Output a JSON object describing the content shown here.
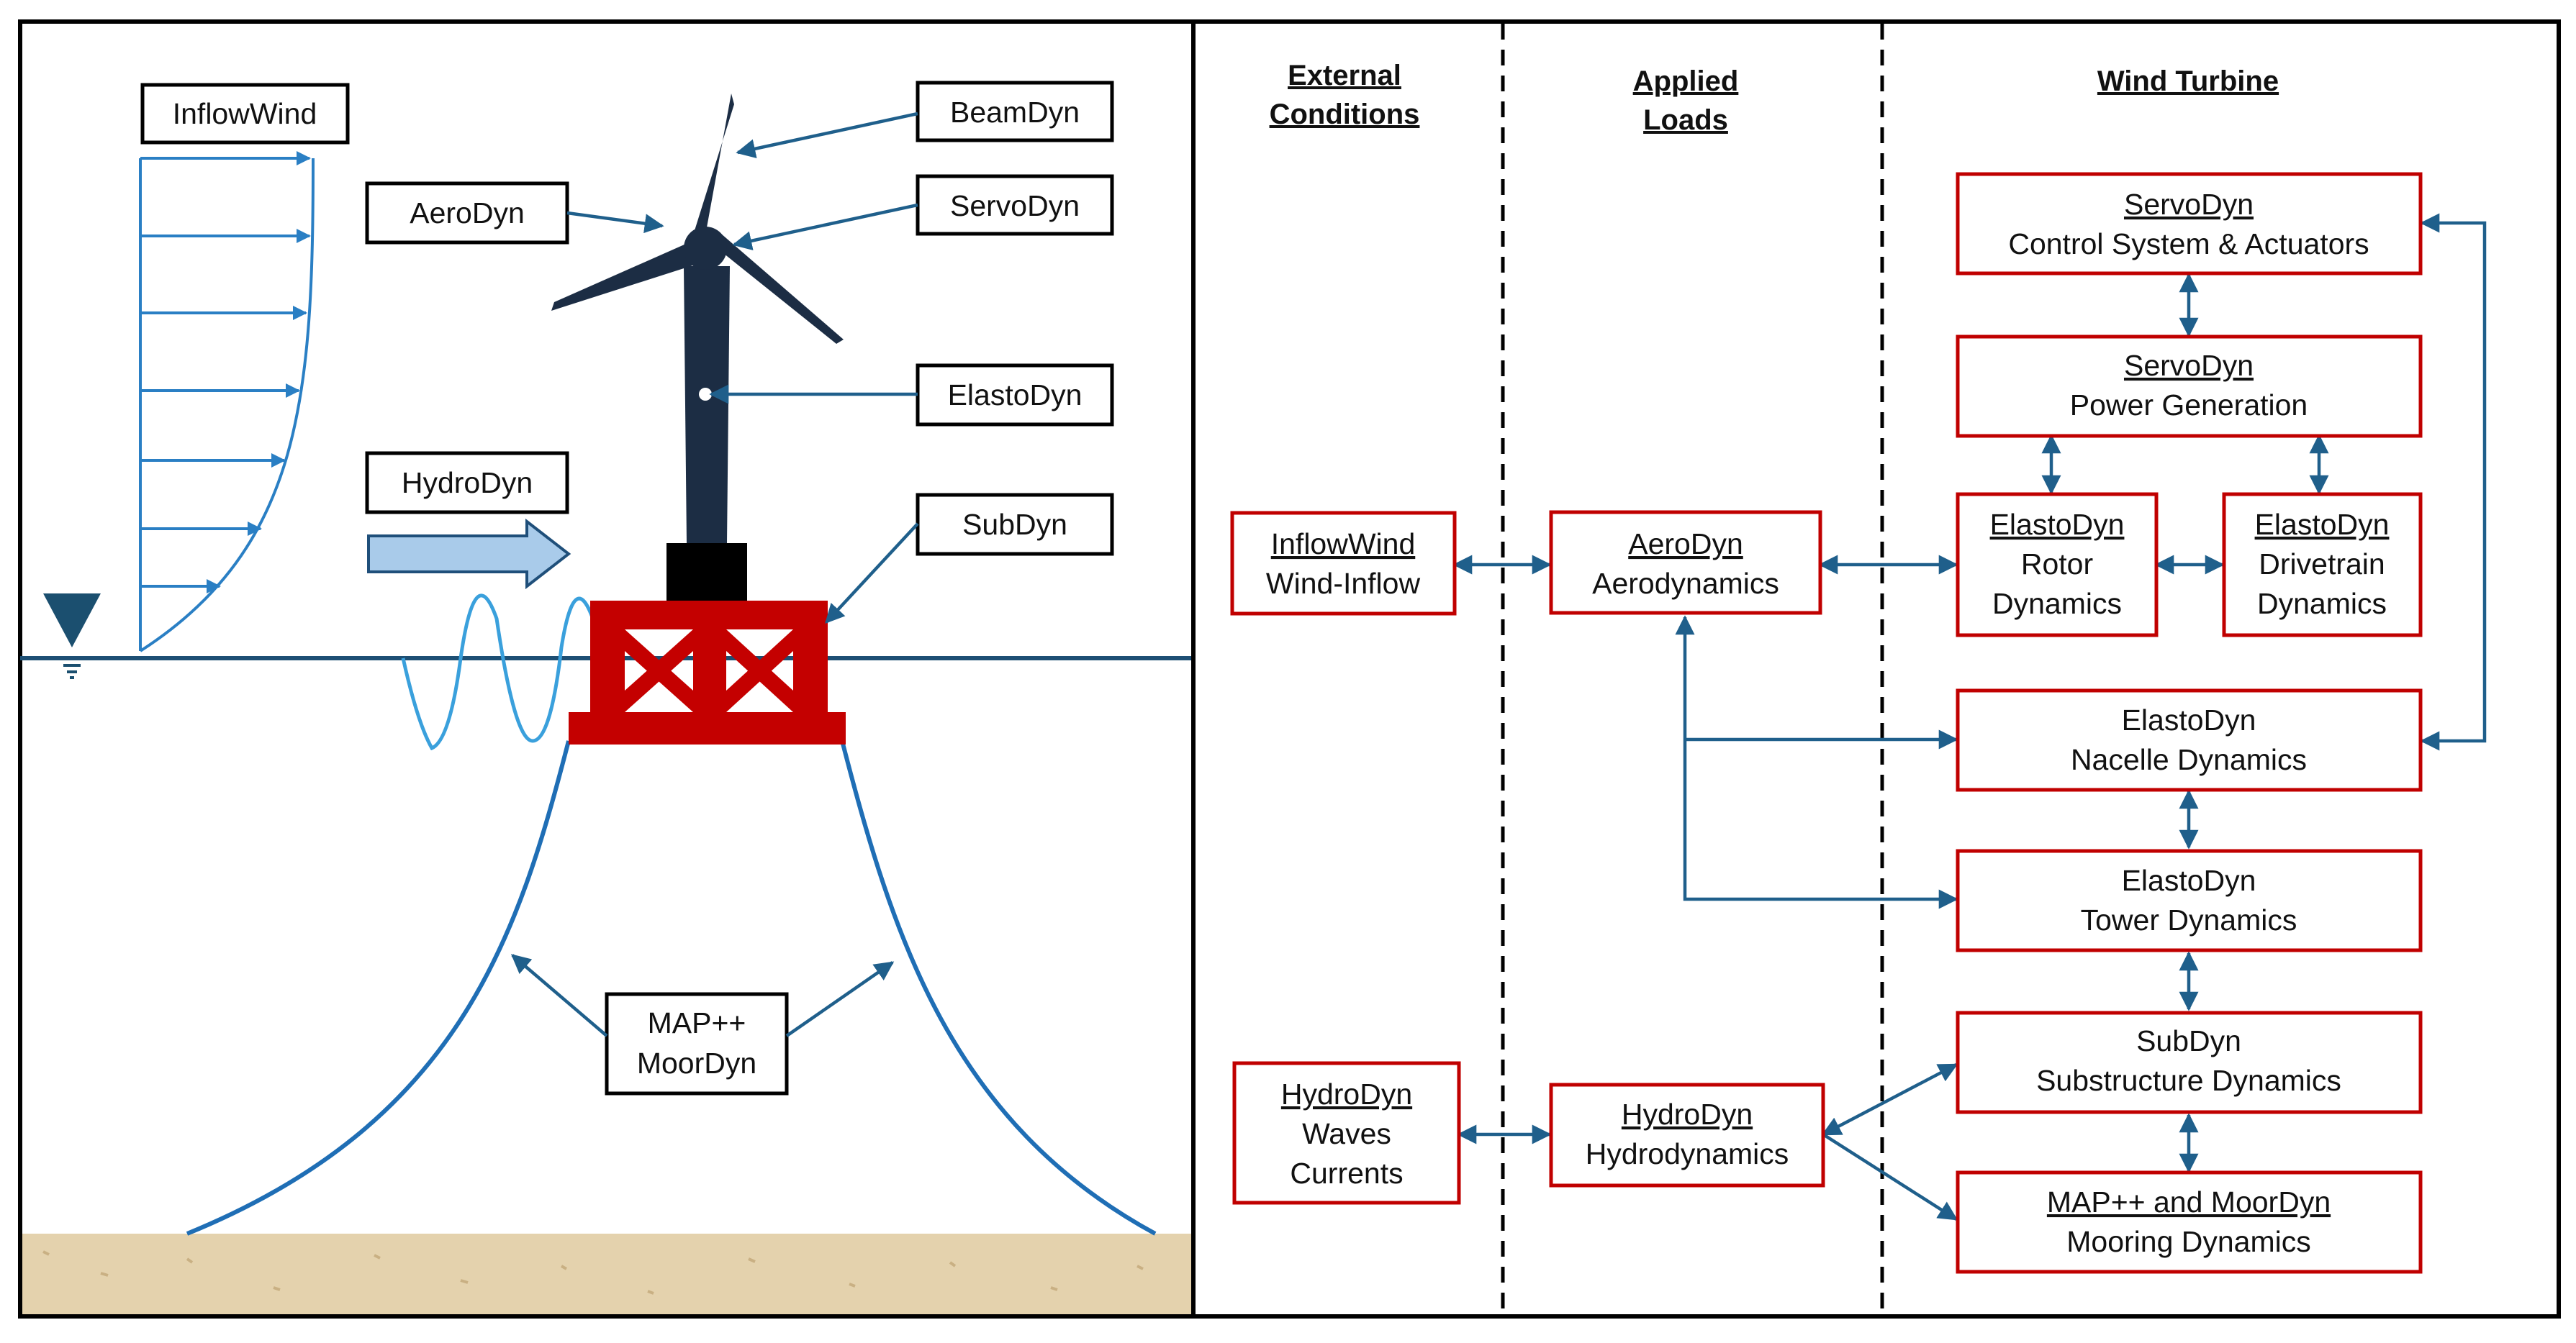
{
  "colors": {
    "arrow": "#1f5f8b",
    "box_border_red": "#c00000",
    "turbine": "#1c2d44",
    "platform": "#c40000",
    "mooring": "#1f6eb5",
    "wind_profile": "#2a7fc4",
    "waves": "#3aa0dc",
    "hydro_arrow": "#a9cbea",
    "seabed": "#e4d2ad"
  },
  "illustration": {
    "labels": {
      "inflowwind": "InflowWind",
      "aerodyn": "AeroDyn",
      "beamdyn": "BeamDyn",
      "servodyn": "ServoDyn",
      "elastodyn": "ElastoDyn",
      "hydrodyn": "HydroDyn",
      "subdyn": "SubDyn",
      "mooring_line1": "MAP++",
      "mooring_line2": "MoorDyn"
    }
  },
  "flowchart": {
    "columns": {
      "external": [
        "External",
        "Conditions"
      ],
      "applied": [
        "Applied",
        "Loads"
      ],
      "turbine": [
        "Wind Turbine"
      ]
    },
    "boxes": {
      "inflowwind": {
        "module": "InflowWind",
        "desc": [
          "Wind-Inflow"
        ]
      },
      "hydrodyn_ext": {
        "module": "HydroDyn",
        "desc": [
          "Waves",
          "Currents"
        ]
      },
      "aerodyn": {
        "module": "AeroDyn",
        "desc": [
          "Aerodynamics"
        ]
      },
      "hydrodyn_load": {
        "module": "HydroDyn",
        "desc": [
          "Hydrodynamics"
        ]
      },
      "servodyn_control": {
        "module": "ServoDyn",
        "desc": [
          "Control System & Actuators"
        ]
      },
      "servodyn_power": {
        "module": "ServoDyn",
        "desc": [
          "Power Generation"
        ]
      },
      "elastodyn_rotor": {
        "module": "ElastoDyn",
        "desc": [
          "Rotor",
          "Dynamics"
        ]
      },
      "elastodyn_drivetrain": {
        "module": "ElastoDyn",
        "desc": [
          "Drivetrain",
          "Dynamics"
        ]
      },
      "elastodyn_nacelle": {
        "line1": "ElastoDyn",
        "line2": "Nacelle Dynamics"
      },
      "elastodyn_tower": {
        "line1": "ElastoDyn",
        "line2": "Tower Dynamics"
      },
      "subdyn": {
        "line1": "SubDyn",
        "line2": "Substructure Dynamics"
      },
      "mooring": {
        "module": "MAP++ and MoorDyn",
        "desc": [
          "Mooring Dynamics"
        ]
      }
    }
  }
}
